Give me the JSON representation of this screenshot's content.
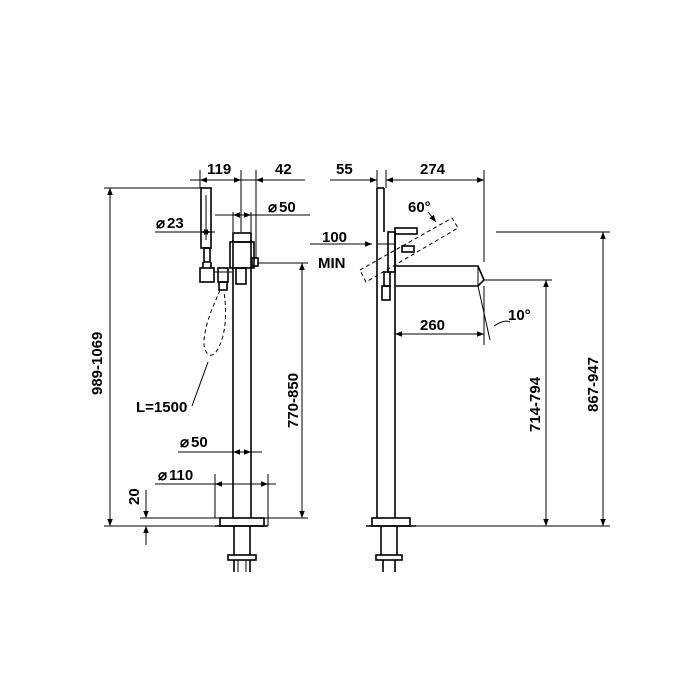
{
  "front_view": {
    "width_119": "119",
    "width_42": "42",
    "diameter_23": "23",
    "diameter_50_top": "50",
    "overall_height": "989-1069",
    "hose_length": "L=1500",
    "height_770_850": "770-850",
    "diameter_50_body": "50",
    "diameter_110": "110",
    "base_height": "20"
  },
  "side_view": {
    "offset_55": "55",
    "width_274": "274",
    "angle_60": "60°",
    "clearance_100": "100",
    "clearance_min": "MIN",
    "spout_260": "260",
    "angle_10": "10°",
    "spout_height": "714-794",
    "top_height": "867-947"
  },
  "symbols": {
    "diameter": "⌀"
  }
}
